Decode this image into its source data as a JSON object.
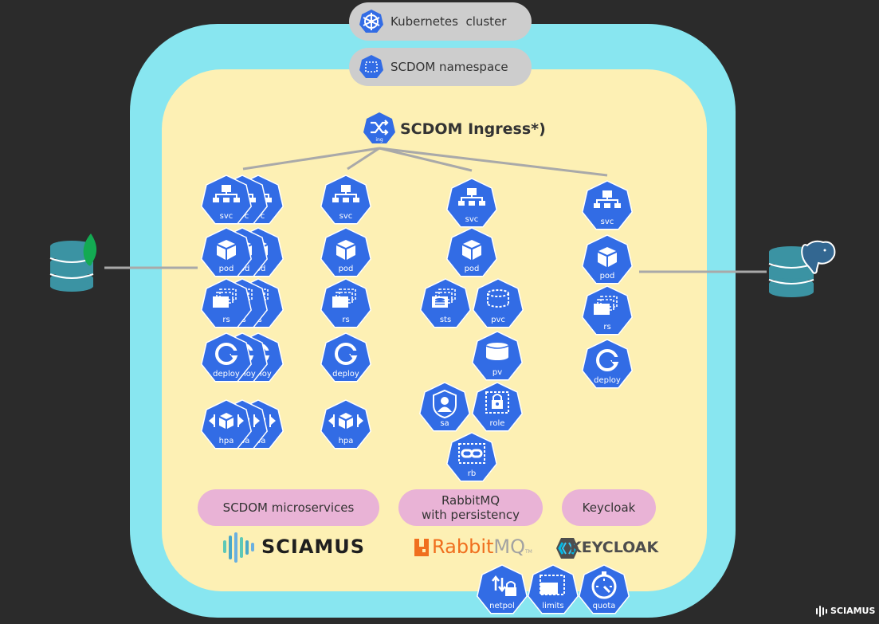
{
  "cluster_label": "Kubernetes  cluster",
  "namespace_label": "SCDOM namespace",
  "ingress": {
    "label": "SCDOM Ingress*)",
    "tag": "ing"
  },
  "groups": {
    "scdom": "SCDOM microservices",
    "rabbit_line1": "RabbitMQ",
    "rabbit_line2": "with persistency",
    "keycloak": "Keycloak"
  },
  "logos": {
    "sciamus": "SCIAMUS",
    "rabbit_prefix": "Rabbit",
    "rabbit_suffix": "MQ",
    "rabbit_tm": "TM",
    "keycloak": "KEYCLOAK",
    "corner": "SCIAMUS"
  },
  "icons": [
    {
      "id": "svc-a",
      "type": "svc",
      "label": "svc",
      "stack": 2
    },
    {
      "id": "pod-a",
      "type": "pod",
      "label": "pod",
      "stack": 2
    },
    {
      "id": "rs-a",
      "type": "rs",
      "label": "rs",
      "stack": 2
    },
    {
      "id": "deploy-a",
      "type": "deploy",
      "label": "deploy",
      "stack": 2
    },
    {
      "id": "hpa-a",
      "type": "hpa",
      "label": "hpa",
      "stack": 2
    },
    {
      "id": "svc-b",
      "type": "svc",
      "label": "svc"
    },
    {
      "id": "pod-b",
      "type": "pod",
      "label": "pod"
    },
    {
      "id": "rs-b",
      "type": "rs",
      "label": "rs"
    },
    {
      "id": "deploy-b",
      "type": "deploy",
      "label": "deploy"
    },
    {
      "id": "hpa-b",
      "type": "hpa",
      "label": "hpa"
    },
    {
      "id": "svc-c",
      "type": "svc",
      "label": "svc"
    },
    {
      "id": "pod-c",
      "type": "pod",
      "label": "pod"
    },
    {
      "id": "sts-c",
      "type": "sts",
      "label": "sts"
    },
    {
      "id": "pvc-c",
      "type": "pvc",
      "label": "pvc"
    },
    {
      "id": "pv-c",
      "type": "pv",
      "label": "pv"
    },
    {
      "id": "sa-c",
      "type": "sa",
      "label": "sa"
    },
    {
      "id": "role-c",
      "type": "role",
      "label": "role"
    },
    {
      "id": "rb-c",
      "type": "rb",
      "label": "rb"
    },
    {
      "id": "svc-d",
      "type": "svc",
      "label": "svc"
    },
    {
      "id": "pod-d",
      "type": "pod",
      "label": "pod"
    },
    {
      "id": "rs-d",
      "type": "rs",
      "label": "rs"
    },
    {
      "id": "deploy-d",
      "type": "deploy",
      "label": "deploy"
    },
    {
      "id": "netpol",
      "type": "netpol",
      "label": "netpol"
    },
    {
      "id": "limits",
      "type": "limits",
      "label": "limits"
    },
    {
      "id": "quota",
      "type": "quota",
      "label": "quota"
    }
  ],
  "colors": {
    "k8s_blue": "#326ce5",
    "db_teal": "#3b93a3",
    "rabbit_orange": "#f06f1e",
    "keycloak_dark": "#4d4d4d",
    "sciamus_dark": "#1f1f1f",
    "mongo_green": "#13aa52"
  }
}
